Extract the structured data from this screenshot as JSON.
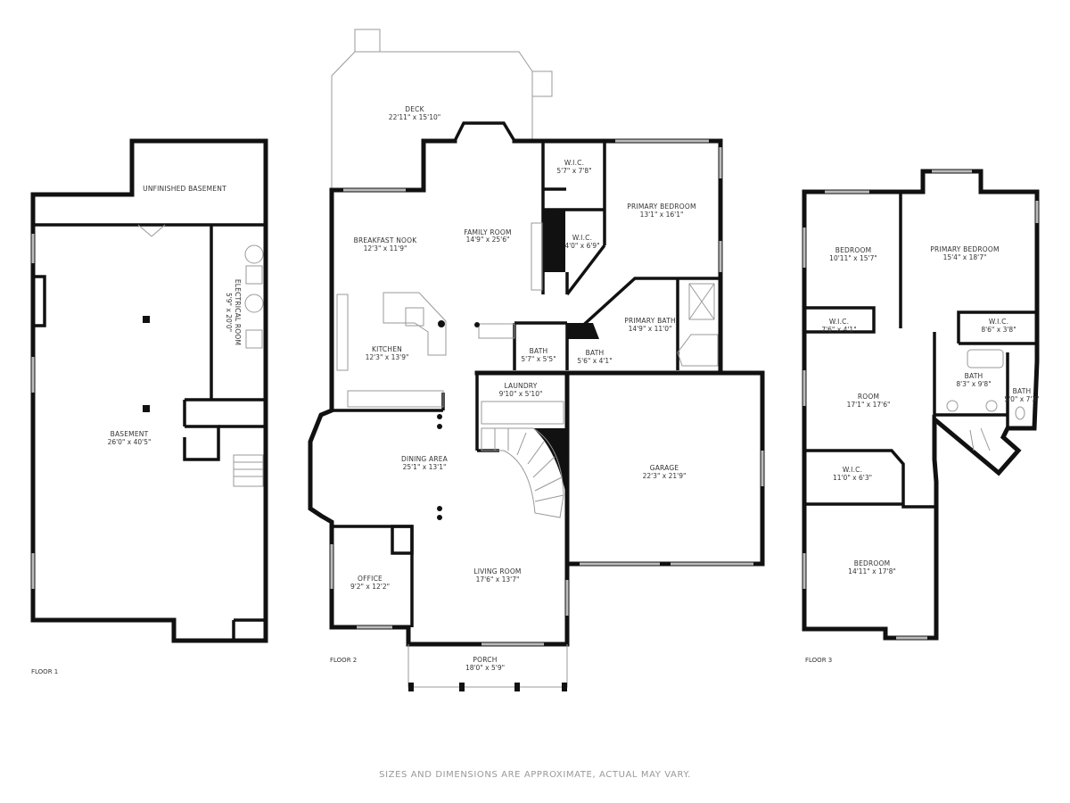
{
  "floors": [
    {
      "label": "FLOOR 1",
      "rooms": [
        {
          "name": "UNFINISHED BASEMENT",
          "dims": ""
        },
        {
          "name": "ELECTRICAL ROOM",
          "dims": "5'9\" x 20'0\""
        },
        {
          "name": "BASEMENT",
          "dims": "26'0\" x 40'5\""
        }
      ]
    },
    {
      "label": "FLOOR 2",
      "rooms": [
        {
          "name": "DECK",
          "dims": "22'11\" x 15'10\""
        },
        {
          "name": "BREAKFAST NOOK",
          "dims": "12'3\" x 11'9\""
        },
        {
          "name": "FAMILY ROOM",
          "dims": "14'9\" x 25'6\""
        },
        {
          "name": "W.I.C.",
          "dims": "5'7\" x 7'8\""
        },
        {
          "name": "W.I.C.",
          "dims": "4'0\" x 6'9\""
        },
        {
          "name": "PRIMARY BEDROOM",
          "dims": "13'1\" x 16'1\""
        },
        {
          "name": "PRIMARY BATH",
          "dims": "14'9\" x 11'0\""
        },
        {
          "name": "KITCHEN",
          "dims": "12'3\" x 13'9\""
        },
        {
          "name": "BATH",
          "dims": "5'7\" x 5'5\""
        },
        {
          "name": "BATH",
          "dims": "5'6\" x 4'1\""
        },
        {
          "name": "LAUNDRY",
          "dims": "9'10\" x 5'10\""
        },
        {
          "name": "DINING AREA",
          "dims": "25'1\" x 13'1\""
        },
        {
          "name": "GARAGE",
          "dims": "22'3\" x 21'9\""
        },
        {
          "name": "OFFICE",
          "dims": "9'2\" x 12'2\""
        },
        {
          "name": "LIVING ROOM",
          "dims": "17'6\" x 13'7\""
        },
        {
          "name": "PORCH",
          "dims": "18'0\" x 5'9\""
        }
      ]
    },
    {
      "label": "FLOOR 3",
      "rooms": [
        {
          "name": "BEDROOM",
          "dims": "10'11\" x 15'7\""
        },
        {
          "name": "PRIMARY BEDROOM",
          "dims": "15'4\" x 18'7\""
        },
        {
          "name": "W.I.C.",
          "dims": "7'6\" x 4'1\""
        },
        {
          "name": "W.I.C.",
          "dims": "8'6\" x 3'8\""
        },
        {
          "name": "BATH",
          "dims": "8'3\" x 9'8\""
        },
        {
          "name": "BATH",
          "dims": "5'0\" x 7'3\""
        },
        {
          "name": "ROOM",
          "dims": "17'1\" x 17'6\""
        },
        {
          "name": "W.I.C.",
          "dims": "11'0\" x 6'3\""
        },
        {
          "name": "BEDROOM",
          "dims": "14'11\" x 17'8\""
        }
      ]
    }
  ],
  "disclaimer": "SIZES AND DIMENSIONS ARE APPROXIMATE, ACTUAL MAY VARY."
}
